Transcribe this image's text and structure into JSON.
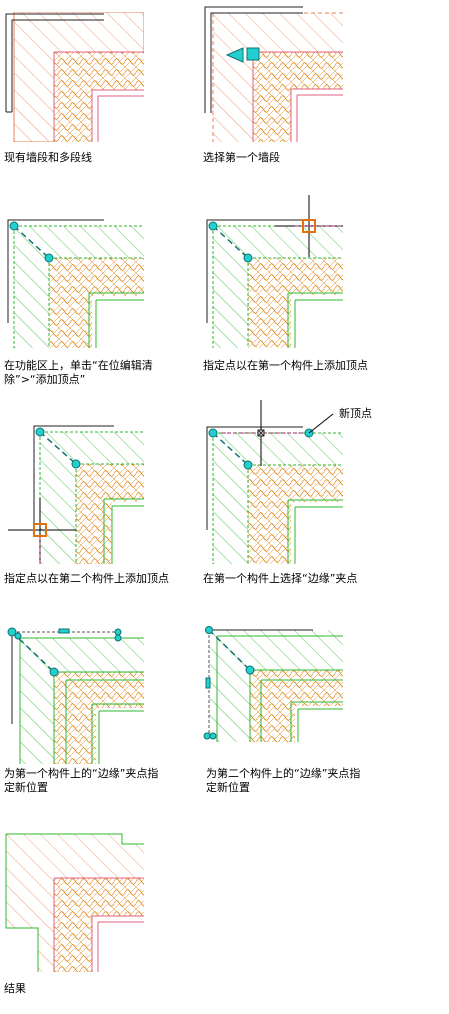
{
  "steps": [
    {
      "caption_lines": [
        "现有墙段和多段线"
      ]
    },
    {
      "caption_lines": [
        "选择第一个墙段"
      ]
    },
    {
      "caption_lines": [
        "在功能区上，单击“在位编辑清",
        "除”>“添加顶点”"
      ]
    },
    {
      "caption_lines": [
        "指定点以在第一个构件上添加顶点"
      ]
    },
    {
      "caption_lines": [
        "指定点以在第二个构件上添加顶点"
      ]
    },
    {
      "caption_lines": [
        "在第一个构件上选择“边缘”夹点"
      ],
      "callout": "新顶点"
    },
    {
      "caption_lines": [
        "为第一个构件上的“边缘”夹点指",
        "定新位置"
      ]
    },
    {
      "caption_lines": [
        "为第二个构件上的“边缘”夹点指",
        "定新位置"
      ]
    },
    {
      "caption_lines": [
        "结果"
      ]
    }
  ],
  "colors": {
    "hatch": "#e8865a",
    "insulation": "#e0881a",
    "green_line": "#2db82d",
    "grip": "#22d0d0",
    "grip_stroke": "#107070",
    "marker": "#e07010",
    "pink": "#e06080",
    "outline": "#222222"
  }
}
